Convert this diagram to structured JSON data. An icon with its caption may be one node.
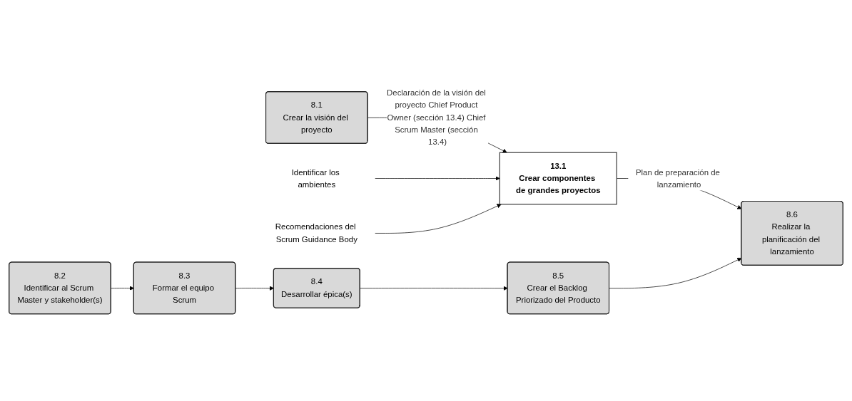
{
  "diagram": {
    "nodes": [
      {
        "text": [
          "8.1",
          "Crear la visión del proyecto"
        ]
      },
      {
        "text": [
          "13.1",
          "Crear componentes de grandes proyectos"
        ]
      },
      {
        "text": [
          "Identificar los ambientes"
        ]
      },
      {
        "text": [
          "Recomendaciones del Scrum Guidance Body"
        ]
      },
      {
        "text": [
          "8.2",
          "Identificar al Scrum Master y stakeholder(s)"
        ]
      },
      {
        "text": [
          "8.3",
          "Formar el equipo Scrum"
        ]
      },
      {
        "text": [
          "8.4",
          "Desarrollar épica(s)"
        ]
      },
      {
        "text": [
          "8.5",
          "Crear el Backlog Priorizado del Producto"
        ]
      },
      {
        "text": [
          "8.6",
          "Realizar la planificación del lanzamiento"
        ]
      }
    ],
    "edges": [
      {
        "from": 0,
        "to": 1,
        "arrow": "to",
        "label": "Declaración de la visión del proyecto Chief Product Owner (sección 13.4) Chief Scrum Master (sección 13.4)"
      },
      {
        "from": 2,
        "to": 1,
        "arrow": "to"
      },
      {
        "from": 3,
        "to": 1,
        "arrow": "to"
      },
      {
        "from": 1,
        "to": 8,
        "arrow": "to",
        "label": "Plan de preparación de lanzamiento"
      },
      {
        "from": 4,
        "to": 5,
        "arrow": "to"
      },
      {
        "from": 5,
        "to": 6,
        "arrow": "to"
      },
      {
        "from": 6,
        "to": 7,
        "arrow": "to"
      },
      {
        "from": 7,
        "to": 8,
        "arrow": "to"
      }
    ]
  }
}
